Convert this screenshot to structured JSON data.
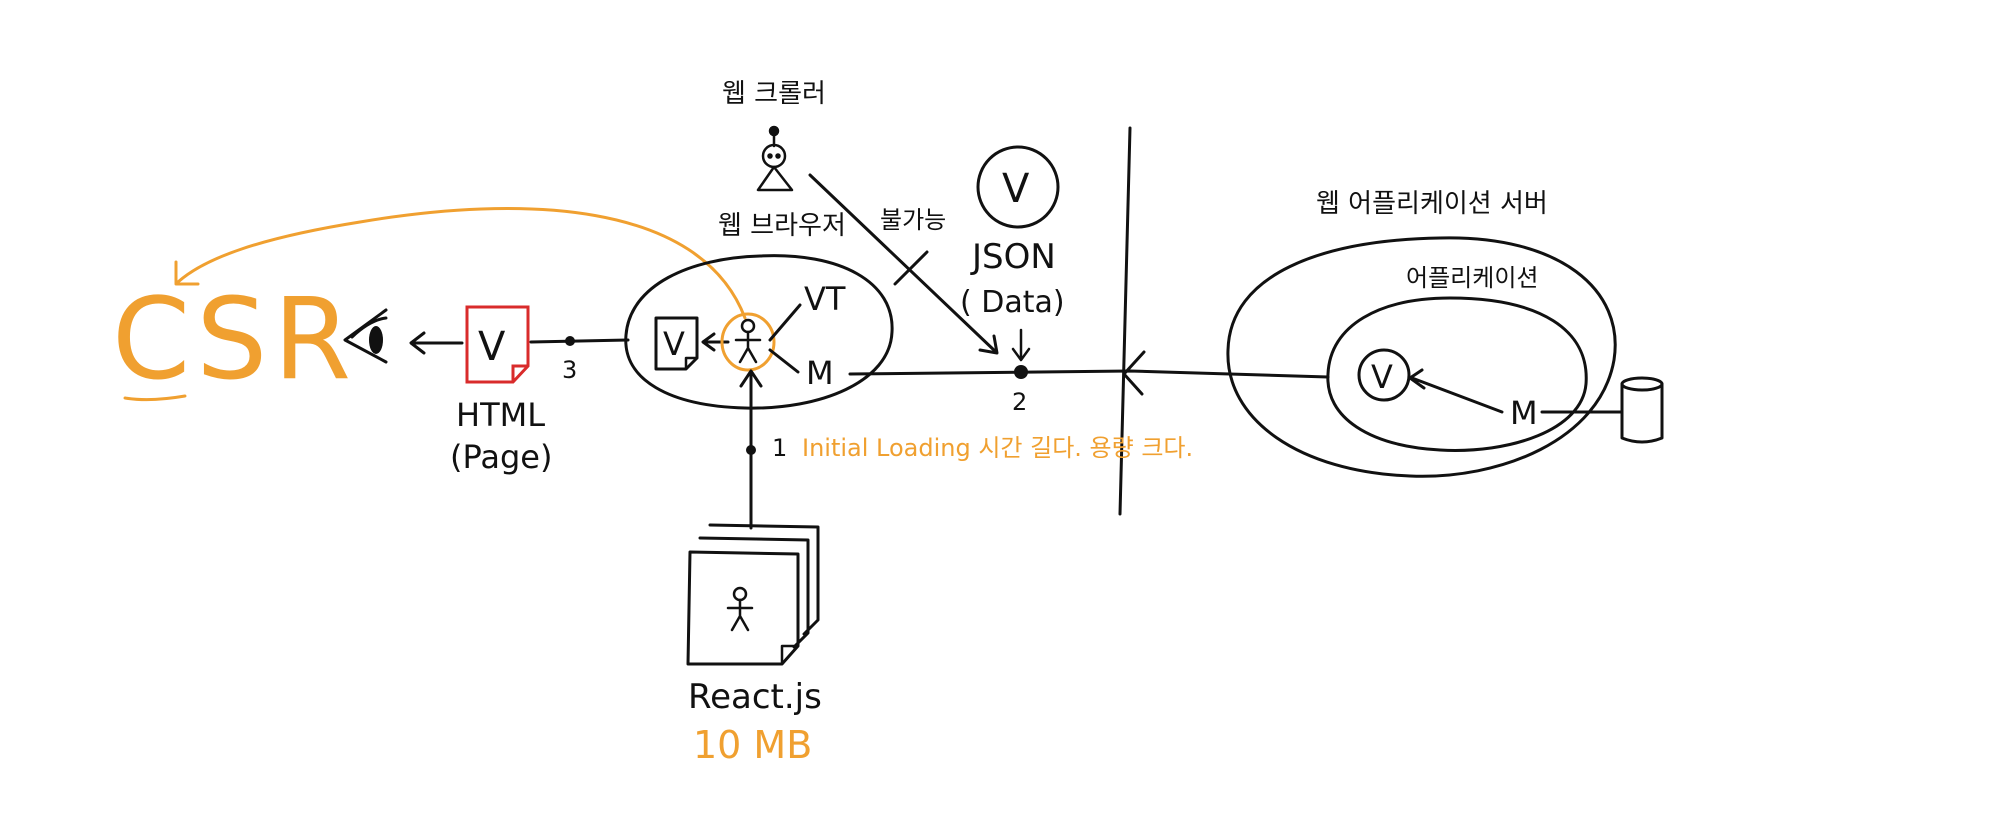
{
  "colors": {
    "ink": "#111111",
    "accent": "#F0A030",
    "html_page": "#D92B2B"
  },
  "labels": {
    "csr": "CSR",
    "html": "HTML",
    "page": "(Page)",
    "web_crawler": "웹 크롤러",
    "web_browser": "웹 브라우저",
    "impossible": "불가능",
    "json": "JSON",
    "data": "( Data)",
    "vt": "VT",
    "m_browser": "M",
    "v_browser": "V",
    "v_page": "V",
    "v_json": "V",
    "step1": "1",
    "step2": "2",
    "step3": "3",
    "initial_loading_note": "Initial Loading 시간 길다. 용량 크다.",
    "react_js": "React.js",
    "react_size": "10 MB",
    "web_app_server": "웹 어플리케이션 서버",
    "application": "어플리케이션",
    "v_server": "V",
    "m_server": "M"
  },
  "icons": [
    "eye-icon",
    "robot-crawler-icon",
    "stick-figure-icon",
    "database-icon",
    "document-stack-icon"
  ]
}
